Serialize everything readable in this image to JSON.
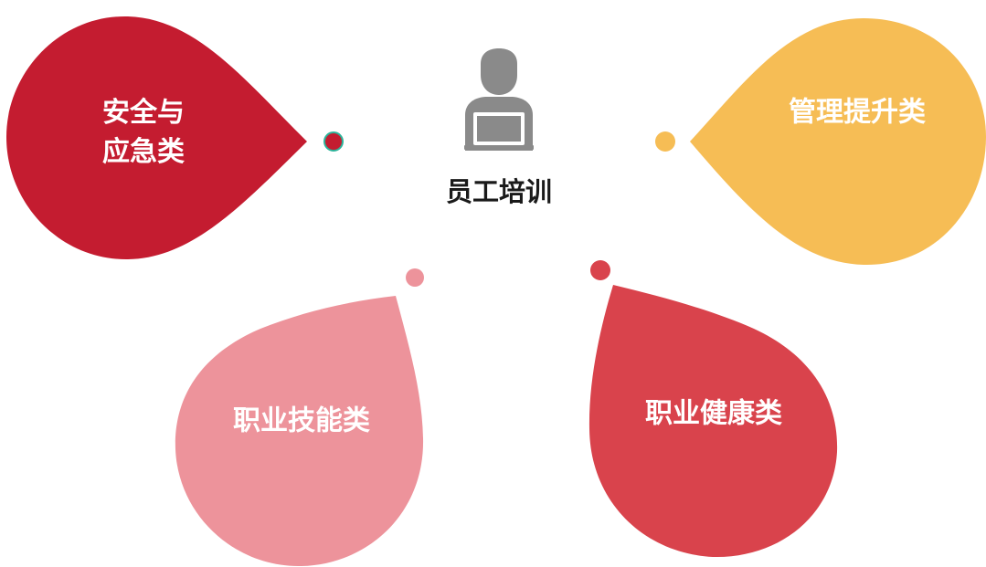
{
  "center": {
    "title": "员工培训",
    "icon": "employee-laptop-icon"
  },
  "categories": [
    {
      "id": "safety",
      "lines": [
        "安全与",
        "应急类"
      ],
      "color": "#c41c30",
      "dot_color": "#c41c30",
      "dot_ring": "#2db39a"
    },
    {
      "id": "management",
      "lines": [
        "管理提升类"
      ],
      "color": "#f6bd55",
      "dot_color": "#f6bd55"
    },
    {
      "id": "skills",
      "lines": [
        "职业技能类"
      ],
      "color": "#ed939b",
      "dot_color": "#ed939b"
    },
    {
      "id": "health",
      "lines": [
        "职业健康类"
      ],
      "color": "#d9434c",
      "dot_color": "#d9434c"
    }
  ],
  "colors": {
    "icon_gray": "#8a8a8a",
    "text_dark": "#1a1a1a"
  }
}
